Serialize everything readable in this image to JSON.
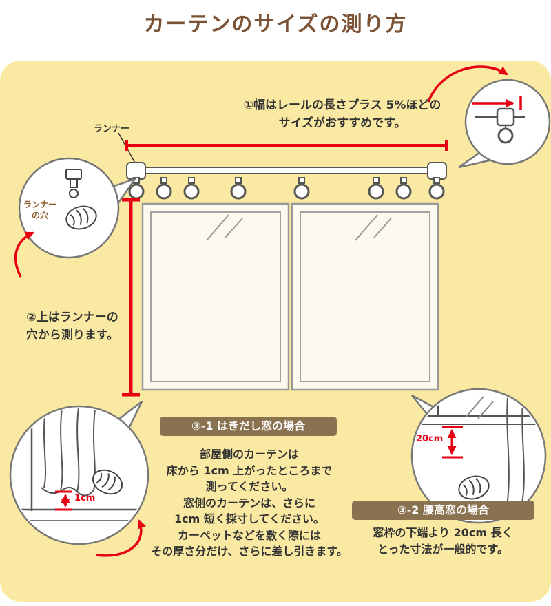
{
  "title": "カーテンのサイズの測り方",
  "rail": {
    "runner_label": "ランナー"
  },
  "step1": {
    "text": "①幅はレールの長さプラス 5%ほどの\nサイズがおすすめです。"
  },
  "step2": {
    "text": "②上はランナーの\n穴から測ります。"
  },
  "callout_runner_hole": {
    "label": "ランナー\nの穴"
  },
  "case1": {
    "header": "③-1 はきだし窓の場合",
    "body": "部屋側のカーテンは\n床から 1cm 上がったところまで\n測ってください。\n窓側のカーテンは、さらに\n1cm 短く採寸してください。\nカーペットなどを敷く際には\nその厚さ分だけ、さらに差し引きます。",
    "measure": "1cm"
  },
  "case2": {
    "header": "③-2 腰高窓の場合",
    "body": "窓枠の下端より 20cm 長く\nとった寸法が一般的です。",
    "measure": "20cm"
  },
  "colors": {
    "panel_bg": "#FAE9A2",
    "title": "#7B5233",
    "accent_red": "#E60012",
    "header_bg": "#8A7150",
    "header_text": "#FFFFFF",
    "body_text": "#333333"
  }
}
